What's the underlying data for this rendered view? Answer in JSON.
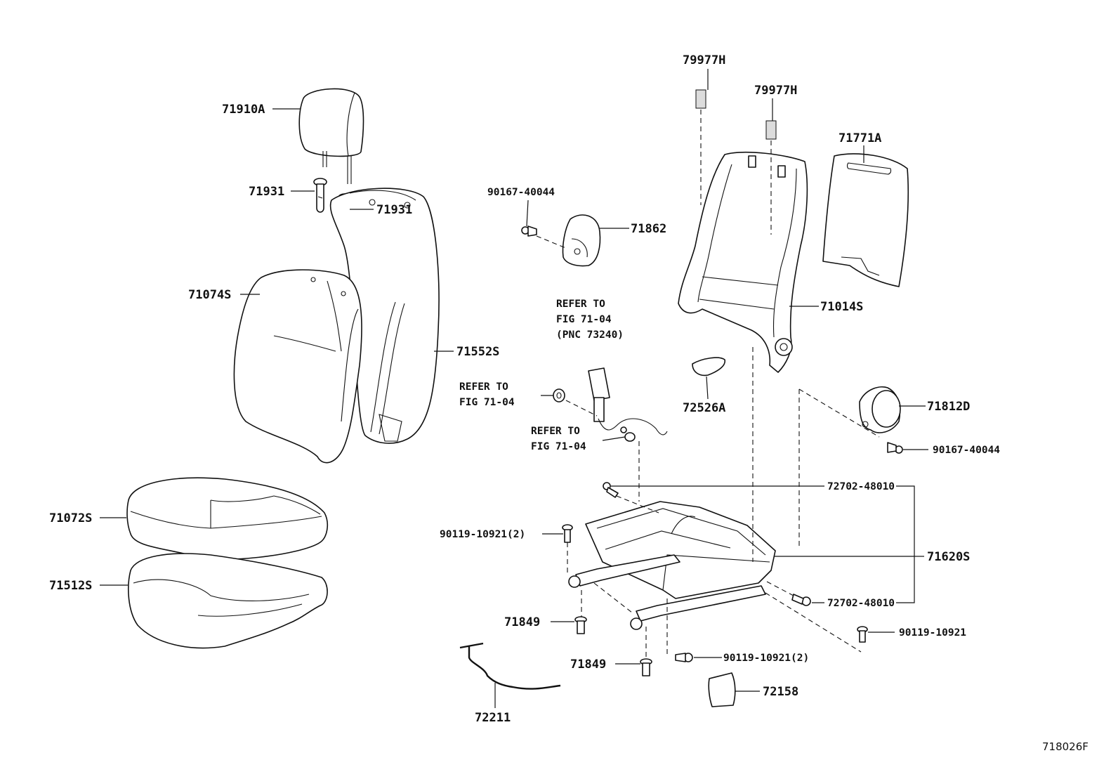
{
  "figure_id": "718026F",
  "labels": {
    "p71910A": "71910A",
    "p71931_left": "71931",
    "p71931_right": "71931",
    "p71074S": "71074S",
    "p71552S": "71552S",
    "p71072S": "71072S",
    "p71512S": "71512S",
    "p90167_top": "90167-40044",
    "p71862": "71862",
    "p79977H_a": "79977H",
    "p79977H_b": "79977H",
    "p71771A": "71771A",
    "p71014S": "71014S",
    "p72526A": "72526A",
    "p71812D": "71812D",
    "p90167_right": "90167-40044",
    "p72702_top": "72702-48010",
    "p72702_bottom": "72702-48010",
    "p71620S": "71620S",
    "p90119_2_left": "90119-10921(2)",
    "p90119_right": "90119-10921",
    "p90119_2_bottom": "90119-10921(2)",
    "p71849_a": "71849",
    "p71849_b": "71849",
    "p72158": "72158",
    "p72211": "72211"
  },
  "references": {
    "belt_ref_line1": "REFER TO",
    "belt_ref_line2": "FIG 71-04",
    "belt_ref_line3": "(PNC 73240)",
    "anchor_ref_line1": "REFER TO",
    "anchor_ref_line2": "FIG 71-04",
    "lower_ref_line1": "REFER TO",
    "lower_ref_line2": "FIG 71-04"
  }
}
